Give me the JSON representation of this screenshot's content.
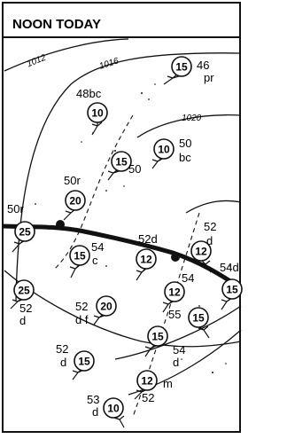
{
  "map": {
    "title": "NOON TODAY",
    "ink": "#111111",
    "isobar_labels": [
      "1012",
      "1016",
      "1020"
    ],
    "stations": [
      {
        "id": "s1",
        "wind": "15",
        "temp": "46",
        "sky": "pr"
      },
      {
        "id": "s2",
        "wind": "10",
        "temp": "48",
        "sky": "bc"
      },
      {
        "id": "s3",
        "wind": "10",
        "temp": "50",
        "sky": "bc"
      },
      {
        "id": "s4",
        "wind": "15",
        "temp": "50",
        "sky": ""
      },
      {
        "id": "s5",
        "wind": "20",
        "temp": "50",
        "sky": "r"
      },
      {
        "id": "s6",
        "wind": "25",
        "temp": "50",
        "sky": "r"
      },
      {
        "id": "s7",
        "wind": "15",
        "temp": "54",
        "sky": "c"
      },
      {
        "id": "s8",
        "wind": "12",
        "temp": "52",
        "sky": "d"
      },
      {
        "id": "s9",
        "wind": "12",
        "temp": "52",
        "sky": "d"
      },
      {
        "id": "s10",
        "wind": "15",
        "temp": "54",
        "sky": "d"
      },
      {
        "id": "s11",
        "wind": "25",
        "temp": "52",
        "sky": "d"
      },
      {
        "id": "s12",
        "wind": "20",
        "temp": "52",
        "sky": "d f"
      },
      {
        "id": "s13",
        "wind": "12",
        "temp": "54",
        "sky": ""
      },
      {
        "id": "s14",
        "wind": "15",
        "temp": "55",
        "sky": ""
      },
      {
        "id": "s15",
        "wind": "15",
        "temp": "54",
        "sky": "d"
      },
      {
        "id": "s16",
        "wind": "15",
        "temp": "52",
        "sky": "d"
      },
      {
        "id": "s17",
        "wind": "12",
        "temp": "52",
        "sky": "m"
      },
      {
        "id": "s18",
        "wind": "10",
        "temp": "53",
        "sky": "d"
      }
    ]
  }
}
